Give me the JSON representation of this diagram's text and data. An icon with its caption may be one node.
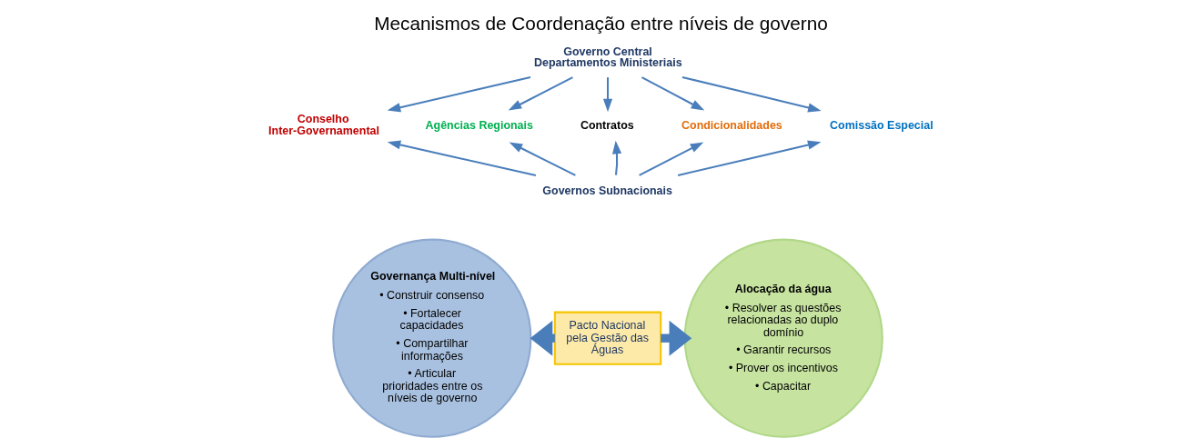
{
  "diagram": {
    "title": "Mecanismos de Coordenação entre níveis de governo",
    "nodes": [
      {
        "text": [
          "Governo Central Departamentos Ministeriais"
        ]
      },
      {
        "text": [
          "Conselho Inter-Governamental"
        ]
      },
      {
        "text": [
          "Agências Regionais"
        ]
      },
      {
        "text": [
          "Contratos"
        ]
      },
      {
        "text": [
          "Condicionalidades"
        ]
      },
      {
        "text": [
          "Comissão Especial"
        ]
      },
      {
        "text": [
          "Governos Subnacionais"
        ]
      },
      {
        "text": [
          "Governança Multi-nível",
          "• Construir consenso",
          "• Fortalecer capacidades",
          "• Compartilhar informações",
          "• Articular prioridades entre os níveis de governo"
        ]
      },
      {
        "text": [
          "Pacto Nacional pela Gestão das Águas"
        ]
      },
      {
        "text": [
          "Alocação da água",
          "• Resolver as questões relacionadas ao duplo domínio",
          "• Garantir recursos",
          "• Prover os incentivos",
          "• Capacitar"
        ]
      }
    ],
    "edges": [
      {
        "from": 0,
        "to": 1,
        "arrow": "to"
      },
      {
        "from": 0,
        "to": 2,
        "arrow": "to"
      },
      {
        "from": 0,
        "to": 3,
        "arrow": "to"
      },
      {
        "from": 0,
        "to": 4,
        "arrow": "to"
      },
      {
        "from": 0,
        "to": 5,
        "arrow": "to"
      },
      {
        "from": 6,
        "to": 1,
        "arrow": "to"
      },
      {
        "from": 6,
        "to": 2,
        "arrow": "to"
      },
      {
        "from": 6,
        "to": 3,
        "arrow": "to"
      },
      {
        "from": 6,
        "to": 4,
        "arrow": "to"
      },
      {
        "from": 6,
        "to": 5,
        "arrow": "to"
      },
      {
        "from": 8,
        "to": 7,
        "arrow": "to",
        "style": "thick"
      },
      {
        "from": 8,
        "to": 9,
        "arrow": "to",
        "style": "thick"
      }
    ]
  }
}
